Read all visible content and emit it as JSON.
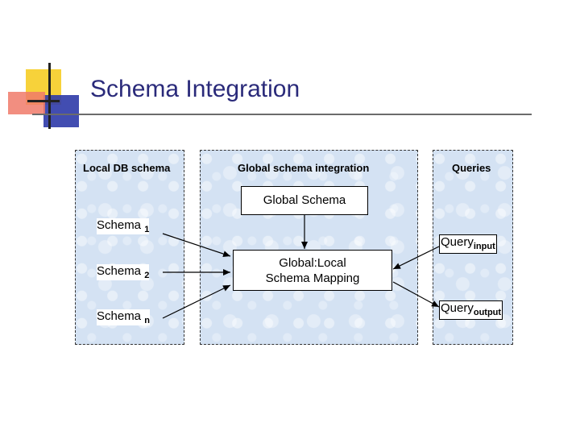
{
  "title": "Schema Integration",
  "panels": {
    "local": "Local DB schema",
    "global": "Global schema integration",
    "queries": "Queries"
  },
  "nodes": {
    "global_schema": "Global Schema",
    "mapping_line1": "Global:Local",
    "mapping_line2": "Schema Mapping",
    "schema1": {
      "base": "Schema",
      "sub": "1"
    },
    "schema2": {
      "base": "Schema",
      "sub": "2"
    },
    "scheman": {
      "base": "Schema",
      "sub": "n"
    },
    "query_input": {
      "base": "Query",
      "sub": "input"
    },
    "query_output": {
      "base": "Query",
      "sub": "output"
    }
  },
  "colors": {
    "title": "#2a2a7a",
    "panel_fill": "#d4e2f3",
    "logo_yellow": "#f7d23a",
    "logo_blue": "#2e3aa8",
    "logo_red": "#f07a6a"
  }
}
